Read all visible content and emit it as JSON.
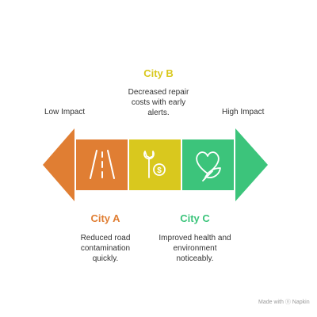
{
  "scale": {
    "low_label": "Low Impact",
    "high_label": "High Impact",
    "low_color": "#E07E33",
    "high_color": "#3CC47B"
  },
  "cities": [
    {
      "name": "City A",
      "description": "Reduced road\ncontamination\nquickly.",
      "color": "#E07E33",
      "icon": "road-icon"
    },
    {
      "name": "City B",
      "description": "Decreased repair\ncosts with early\nalerts.",
      "color": "#D9C81E",
      "icon": "wrench-dollar-icon"
    },
    {
      "name": "City C",
      "description": "Improved health and\nenvironment\nnoticeably.",
      "color": "#3CC47B",
      "icon": "heart-leaf-icon"
    }
  ],
  "watermark": "Made with ⓝ Napkin"
}
